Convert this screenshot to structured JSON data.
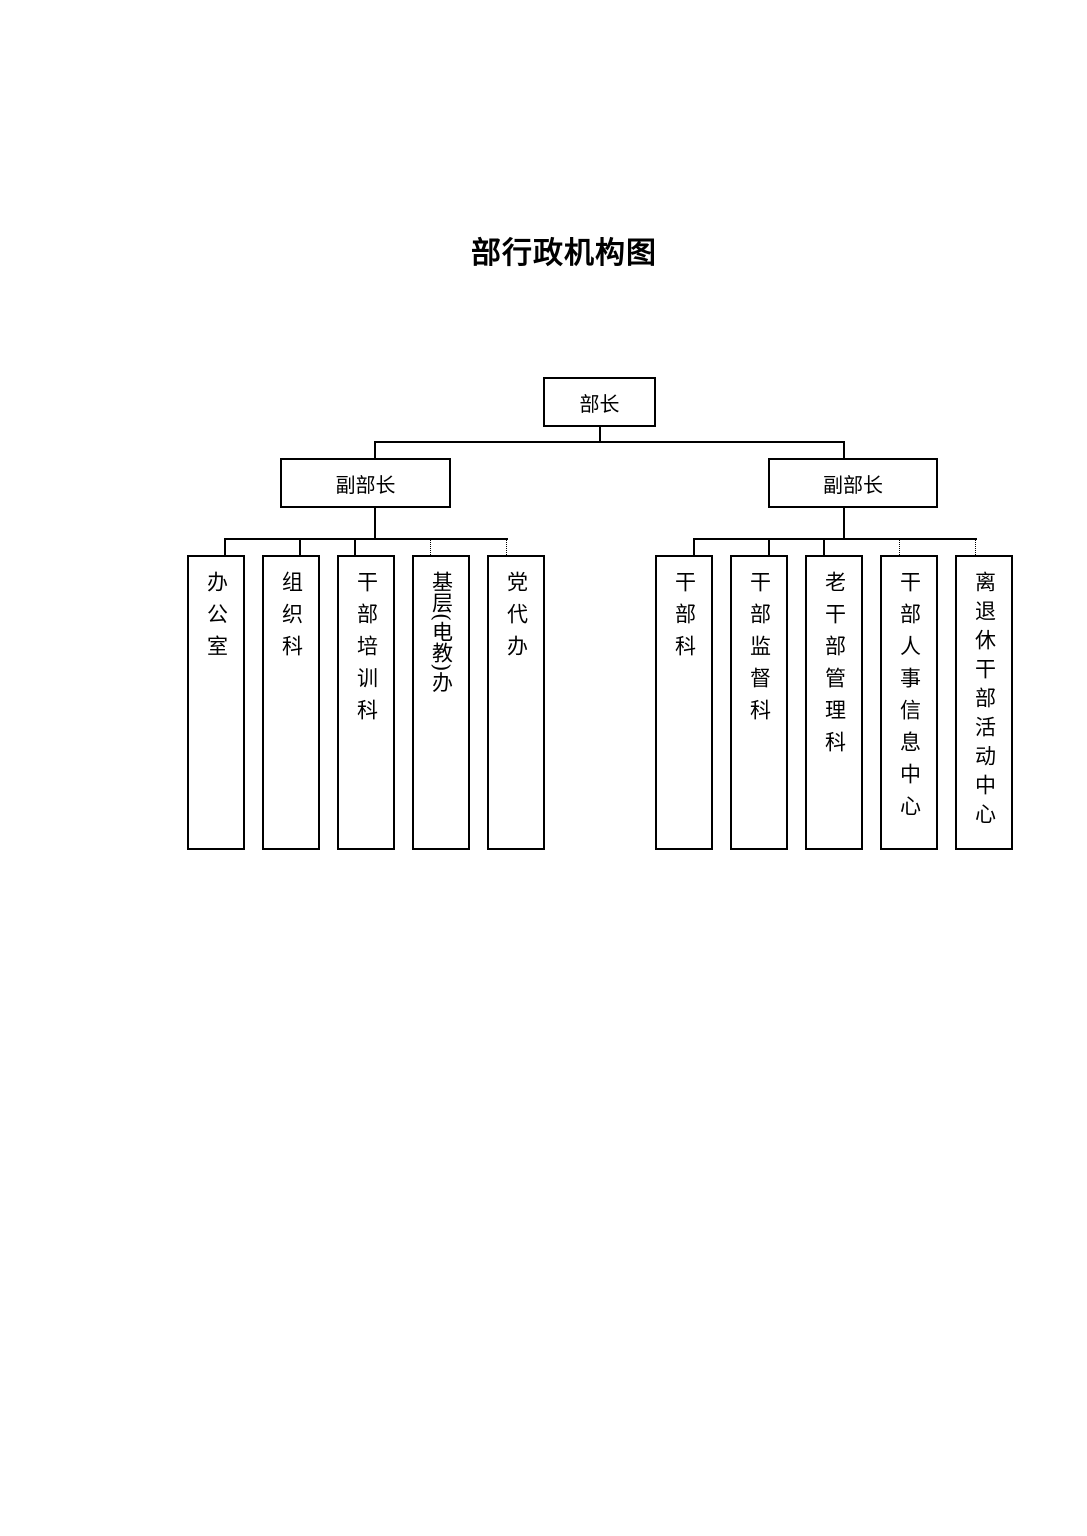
{
  "title": "部行政机构图",
  "chart": {
    "root": "部长",
    "deputies": [
      {
        "label": "副部长",
        "units": [
          "办公室",
          "组织科",
          "干部培训科",
          "基层(电教)办",
          "党代办"
        ]
      },
      {
        "label": "副部长",
        "units": [
          "干部科",
          "干部监督科",
          "老干部管理科",
          "干部人事信息中心",
          "离退休干部活动中心"
        ]
      }
    ]
  }
}
